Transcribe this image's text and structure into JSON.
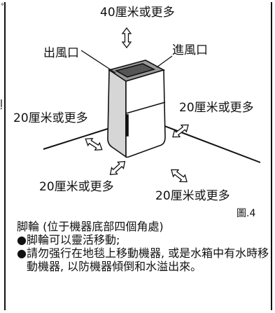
{
  "labels": {
    "top_clearance": "40厘米或更多",
    "air_outlet": "出風口",
    "air_inlet": "進風口",
    "left_clearance": "20厘米或更多",
    "right_clearance": "20厘米或更多",
    "front_left_clearance": "20厘米或更多",
    "front_right_clearance": "20厘米或更多"
  },
  "figure_caption": "圖.4",
  "stray_mark": "ļ",
  "notes": {
    "title": "脚輪 (位于機器底部四個角處)",
    "items": [
      "脚輪可以靈活移動;",
      "請勿强行在地毯上移動機器, 或是水箱中有水時移動機器, 以防機器傾倒和水溢出來。"
    ]
  }
}
